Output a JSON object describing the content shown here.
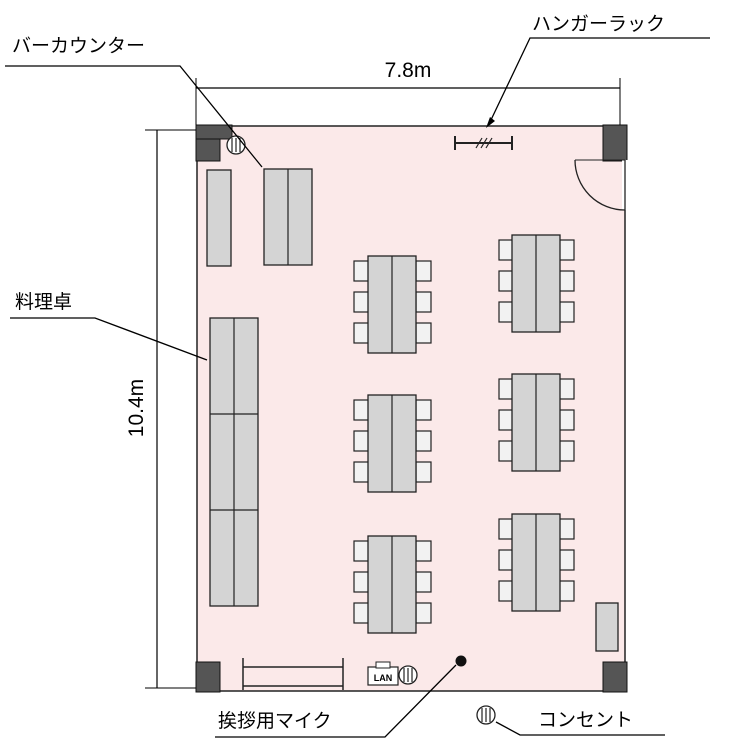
{
  "labels": {
    "bar_counter": "バーカウンター",
    "hanger_rack": "ハンガーラック",
    "cooking_table": "料理卓",
    "speech_mic": "挨拶用マイク",
    "outlet": "コンセント",
    "lan": "LAN"
  },
  "dimensions": {
    "width": "7.8m",
    "height": "10.4m"
  },
  "colors": {
    "floor": "#fbe9e9",
    "table": "#d4d4d4",
    "wall": "#555555"
  }
}
